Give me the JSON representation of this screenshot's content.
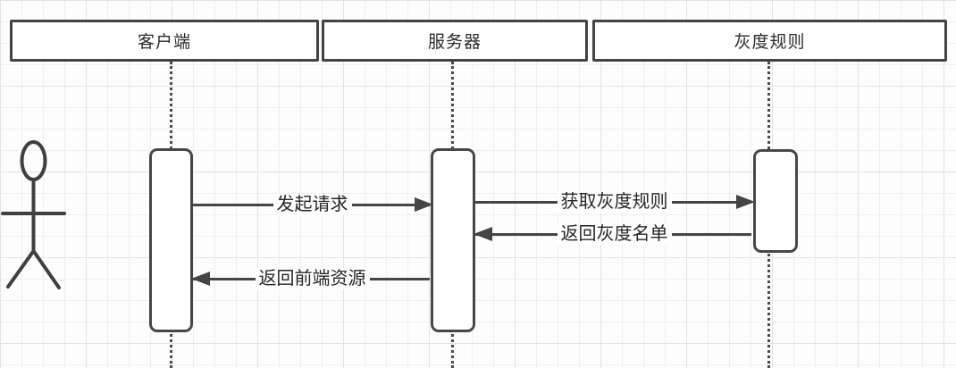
{
  "diagram": {
    "type": "uml-sequence-diagram",
    "participants": [
      {
        "id": "client",
        "label": "客户端"
      },
      {
        "id": "server",
        "label": "服务器"
      },
      {
        "id": "gray-rule",
        "label": "灰度规则"
      }
    ],
    "actor": {
      "icon": "stick-figure-actor-icon"
    },
    "messages": [
      {
        "label": "发起请求",
        "from": "客户端",
        "to": "服务器",
        "direction": "right"
      },
      {
        "label": "获取灰度规则",
        "from": "服务器",
        "to": "灰度规则",
        "direction": "right"
      },
      {
        "label": "返回灰度名单",
        "from": "灰度规则",
        "to": "服务器",
        "direction": "left"
      },
      {
        "label": "返回前端资源",
        "from": "服务器",
        "to": "客户端",
        "direction": "left"
      }
    ],
    "colors": {
      "stroke": "#474747",
      "text": "#2b2b2b",
      "grid_line": "#efefef",
      "grid_line_major": "#e3e3e3",
      "background": "#fdfdfd",
      "shape_fill": "#ffffff"
    }
  }
}
